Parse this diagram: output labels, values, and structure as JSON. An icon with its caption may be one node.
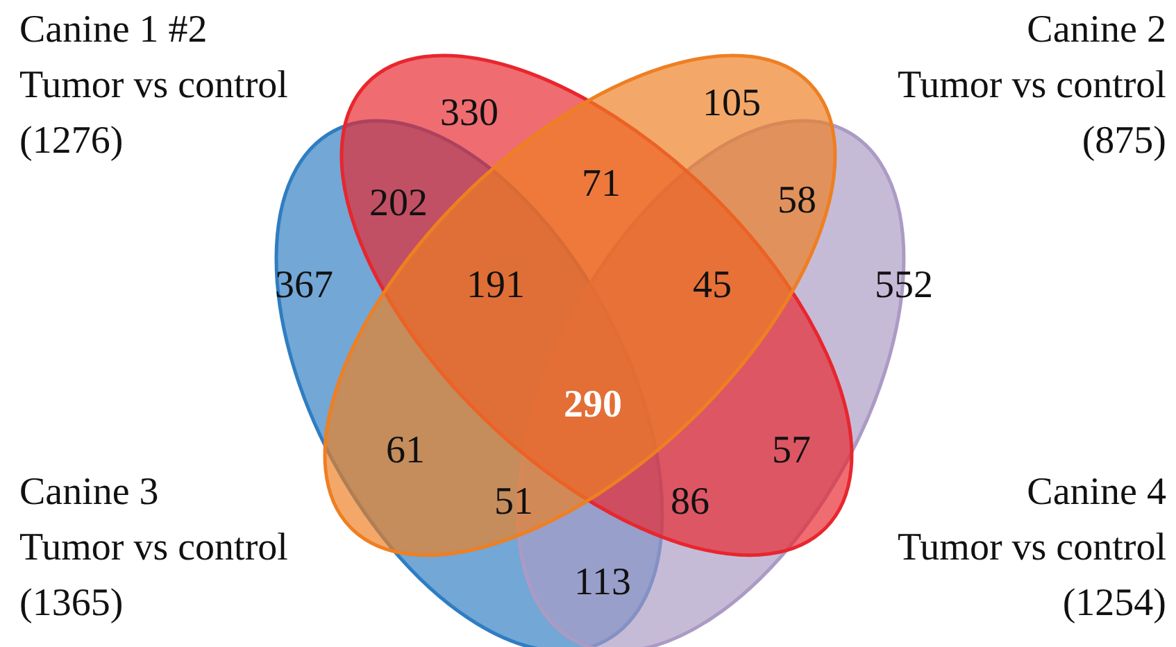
{
  "diagram": {
    "nodes": [
      {
        "text": [
          "Canine 3",
          "Tumor vs control",
          "(1365)"
        ]
      },
      {
        "text": [
          "Canine 4",
          "Tumor vs control",
          "(1254)"
        ]
      },
      {
        "text": [
          "Canine 1 #2",
          "Tumor vs control",
          "(1276)"
        ]
      },
      {
        "text": [
          "Canine 2",
          "Tumor vs control",
          "(875)"
        ]
      }
    ],
    "labels": [
      "330",
      "105",
      "202",
      "71",
      "58",
      "367",
      "191",
      "45",
      "552",
      "**290**",
      "61",
      "57",
      "51",
      "86",
      "113"
    ]
  }
}
